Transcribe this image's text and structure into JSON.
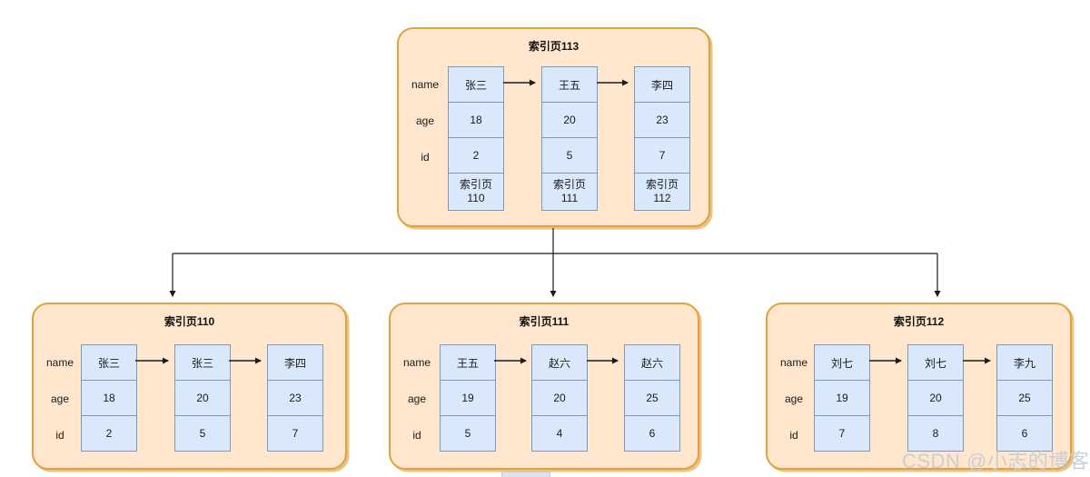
{
  "pages": [
    {
      "title": "索引页113",
      "row_labels": [
        "name",
        "age",
        "id"
      ],
      "entries": [
        {
          "name": "张三",
          "age": "18",
          "id": "2",
          "pointer_label": "索引页",
          "pointer_value": "110"
        },
        {
          "name": "王五",
          "age": "20",
          "id": "5",
          "pointer_label": "索引页",
          "pointer_value": "111"
        },
        {
          "name": "李四",
          "age": "23",
          "id": "7",
          "pointer_label": "索引页",
          "pointer_value": "112"
        }
      ]
    },
    {
      "title": "索引页110",
      "row_labels": [
        "name",
        "age",
        "id"
      ],
      "entries": [
        {
          "name": "张三",
          "age": "18",
          "id": "2"
        },
        {
          "name": "张三",
          "age": "20",
          "id": "5"
        },
        {
          "name": "李四",
          "age": "23",
          "id": "7"
        }
      ]
    },
    {
      "title": "索引页111",
      "row_labels": [
        "name",
        "age",
        "id"
      ],
      "entries": [
        {
          "name": "王五",
          "age": "19",
          "id": "5"
        },
        {
          "name": "赵六",
          "age": "20",
          "id": "4"
        },
        {
          "name": "赵六",
          "age": "25",
          "id": "6"
        }
      ]
    },
    {
      "title": "索引页112",
      "row_labels": [
        "name",
        "age",
        "id"
      ],
      "entries": [
        {
          "name": "刘七",
          "age": "19",
          "id": "7"
        },
        {
          "name": "刘七",
          "age": "20",
          "id": "8"
        },
        {
          "name": "李九",
          "age": "25",
          "id": "6"
        }
      ]
    }
  ],
  "watermark": {
    "text": "CSDN @小志的博客"
  },
  "colors": {
    "page_fill": "#ffe6cc",
    "page_border": "#dfa23c",
    "cell_fill": "#dae8fc",
    "cell_border": "#7d99bd",
    "connector": "#1a1a1a",
    "watermark_text": "#c6ccd5"
  }
}
